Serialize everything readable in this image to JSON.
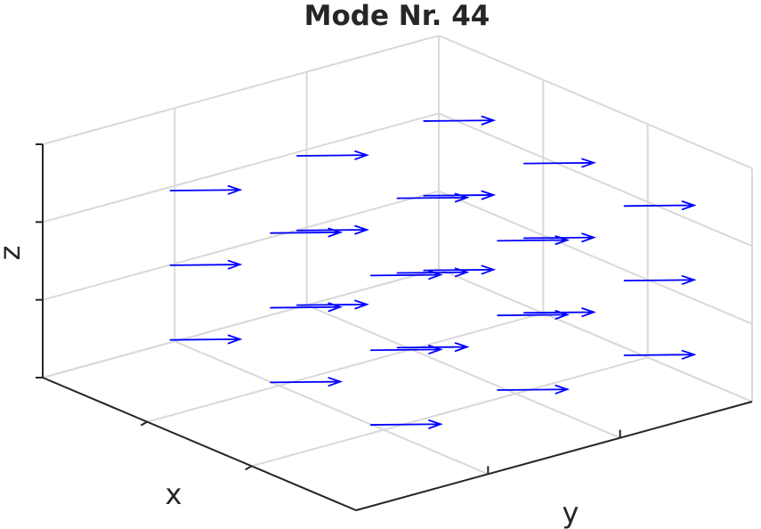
{
  "chart_data": {
    "type": "quiver3",
    "title": "Mode Nr. 44",
    "xlabel": "x",
    "ylabel": "y",
    "zlabel": "z",
    "grid": true,
    "arrow_color": "#0000ff",
    "tick_labels": false,
    "vectors": [
      {
        "x": 1,
        "y": 1,
        "z": 1,
        "u": 1.0,
        "v": 0.55,
        "w": -0.05
      },
      {
        "x": 1,
        "y": 1,
        "z": 2,
        "u": 1.0,
        "v": 0.55,
        "w": -0.05
      },
      {
        "x": 1,
        "y": 1,
        "z": 3,
        "u": 1.0,
        "v": 0.55,
        "w": -0.05
      },
      {
        "x": 1,
        "y": 2,
        "z": 1,
        "u": 1.0,
        "v": 0.55,
        "w": -0.05
      },
      {
        "x": 1,
        "y": 2,
        "z": 2,
        "u": 1.0,
        "v": 0.55,
        "w": -0.05
      },
      {
        "x": 1,
        "y": 2,
        "z": 3,
        "u": 1.0,
        "v": 0.55,
        "w": -0.05
      },
      {
        "x": 1,
        "y": 3,
        "z": 1,
        "u": 1.0,
        "v": 0.55,
        "w": -0.05
      },
      {
        "x": 1,
        "y": 3,
        "z": 2,
        "u": 1.0,
        "v": 0.55,
        "w": -0.05
      },
      {
        "x": 1,
        "y": 3,
        "z": 3,
        "u": 1.0,
        "v": 0.55,
        "w": -0.05
      },
      {
        "x": 2,
        "y": 1,
        "z": 1,
        "u": 1.0,
        "v": 0.55,
        "w": -0.05
      },
      {
        "x": 2,
        "y": 1,
        "z": 2,
        "u": 1.0,
        "v": 0.55,
        "w": -0.05
      },
      {
        "x": 2,
        "y": 1,
        "z": 3,
        "u": 1.0,
        "v": 0.55,
        "w": -0.05
      },
      {
        "x": 2,
        "y": 2,
        "z": 1,
        "u": 1.0,
        "v": 0.55,
        "w": -0.05
      },
      {
        "x": 2,
        "y": 2,
        "z": 2,
        "u": 1.0,
        "v": 0.55,
        "w": -0.05
      },
      {
        "x": 2,
        "y": 2,
        "z": 3,
        "u": 1.0,
        "v": 0.55,
        "w": -0.05
      },
      {
        "x": 2,
        "y": 3,
        "z": 1,
        "u": 1.0,
        "v": 0.55,
        "w": -0.05
      },
      {
        "x": 2,
        "y": 3,
        "z": 2,
        "u": 1.0,
        "v": 0.55,
        "w": -0.05
      },
      {
        "x": 2,
        "y": 3,
        "z": 3,
        "u": 1.0,
        "v": 0.55,
        "w": -0.05
      },
      {
        "x": 3,
        "y": 1,
        "z": 1,
        "u": 1.0,
        "v": 0.55,
        "w": -0.05
      },
      {
        "x": 3,
        "y": 1,
        "z": 2,
        "u": 1.0,
        "v": 0.55,
        "w": -0.05
      },
      {
        "x": 3,
        "y": 1,
        "z": 3,
        "u": 1.0,
        "v": 0.55,
        "w": -0.05
      },
      {
        "x": 3,
        "y": 2,
        "z": 1,
        "u": 1.0,
        "v": 0.55,
        "w": -0.05
      },
      {
        "x": 3,
        "y": 2,
        "z": 2,
        "u": 1.0,
        "v": 0.55,
        "w": -0.05
      },
      {
        "x": 3,
        "y": 2,
        "z": 3,
        "u": 1.0,
        "v": 0.55,
        "w": -0.05
      },
      {
        "x": 3,
        "y": 3,
        "z": 1,
        "u": 1.0,
        "v": 0.55,
        "w": -0.05
      },
      {
        "x": 3,
        "y": 3,
        "z": 2,
        "u": 1.0,
        "v": 0.55,
        "w": -0.05
      },
      {
        "x": 3,
        "y": 3,
        "z": 3,
        "u": 1.0,
        "v": 0.55,
        "w": -0.05
      }
    ]
  }
}
